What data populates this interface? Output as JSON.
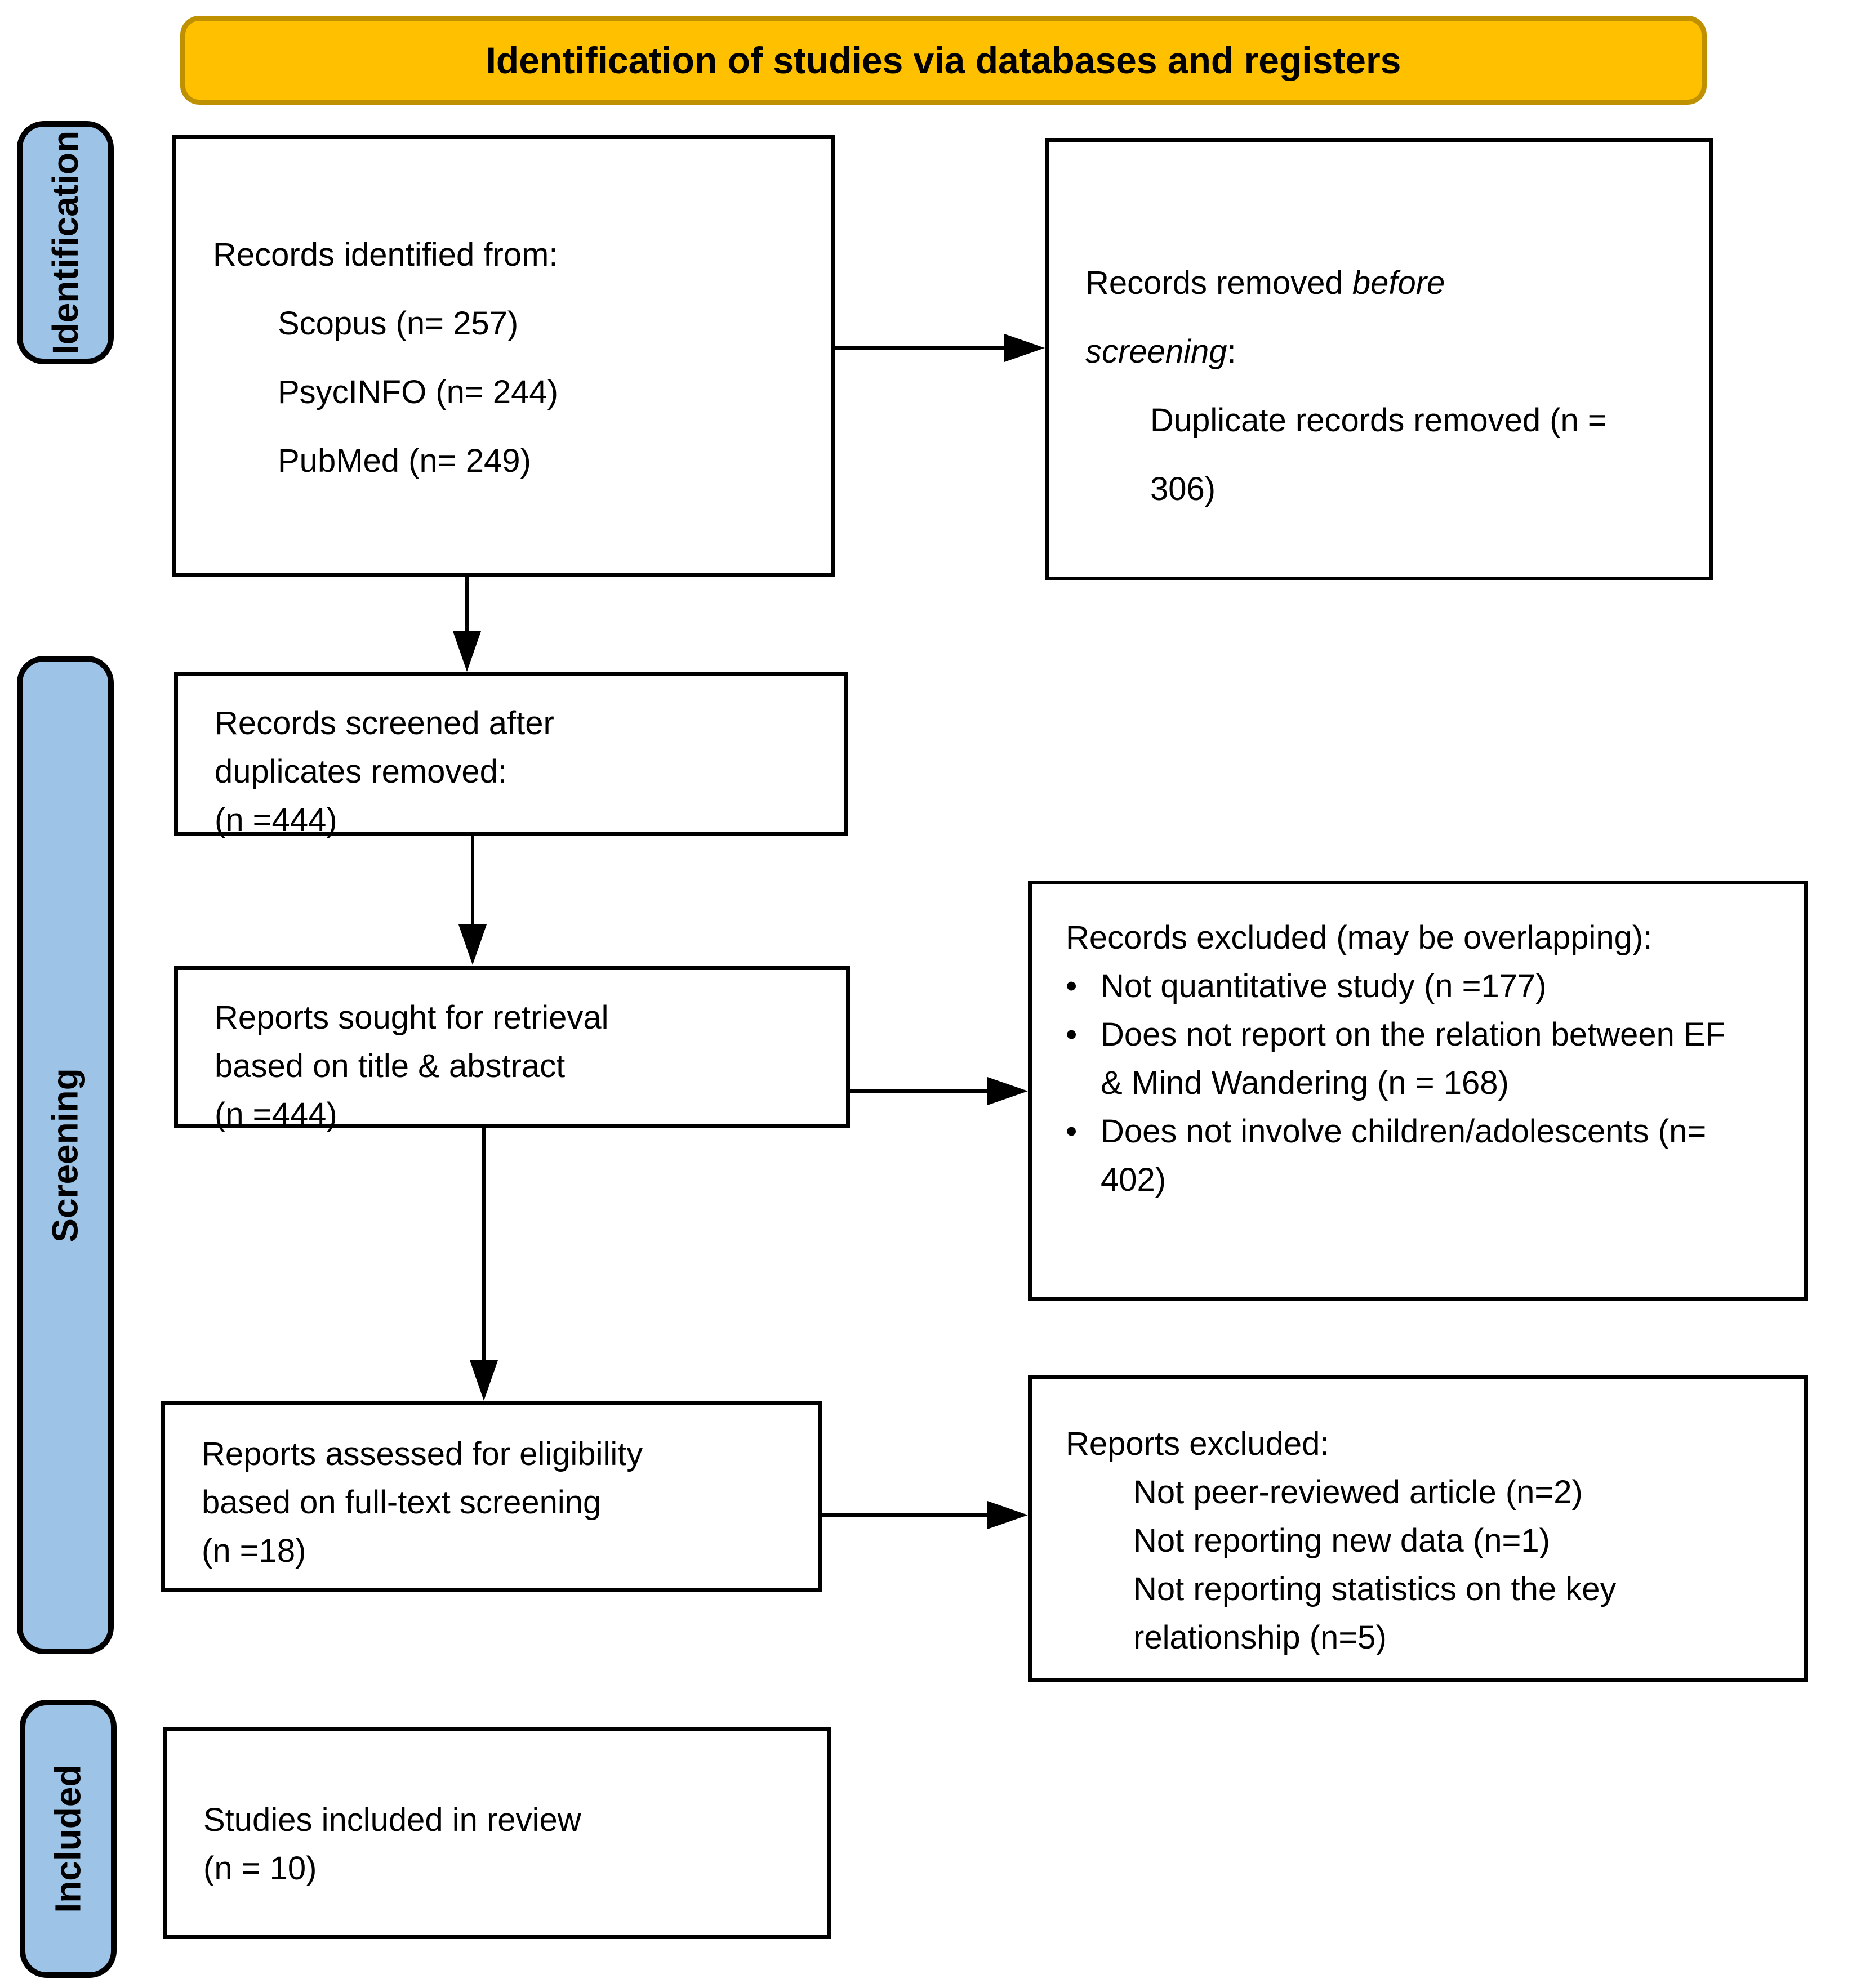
{
  "banner": {
    "title": "Identification of studies via databases and registers"
  },
  "sidebar": {
    "identification_label": "Identification",
    "screening_label": "Screening",
    "included_label": "Included"
  },
  "glyphs": {
    "bullet": "•"
  },
  "colors": {
    "banner_fill": "#FFC000",
    "banner_border": "#BF9000",
    "stage_fill": "#9DC3E6",
    "line_color": "#000000"
  },
  "boxes": {
    "records_identified": {
      "intro": "Records identified from:",
      "sources": [
        "Scopus (n= 257)",
        "PsycINFO (n= 244)",
        "PubMed (n= 249)"
      ]
    },
    "records_removed": {
      "intro_prefix": "Records removed ",
      "intro_italic": "before screening",
      "intro_colon": ":",
      "reason": "Duplicate records removed (n = 306)"
    },
    "records_screened": {
      "lines": [
        "Records screened after",
        "duplicates removed:",
        "(n =444)"
      ]
    },
    "reports_sought": {
      "lines": [
        "Reports sought for retrieval",
        "based on title & abstract",
        "(n =444)"
      ]
    },
    "records_excluded": {
      "header": "Records excluded (may be overlapping):",
      "reasons": [
        "Not quantitative study (n =177)",
        "Does not report on the relation between EF & Mind Wandering (n = 168)",
        "Does not involve children/adolescents (n= 402)"
      ]
    },
    "reports_assessed": {
      "lines": [
        "Reports assessed for eligibility",
        "based on full-text screening",
        "(n =18)"
      ]
    },
    "reports_excluded": {
      "header": "Reports excluded:",
      "reasons": [
        "Not peer-reviewed article (n=2)",
        "Not reporting new data (n=1)",
        "Not reporting statistics on the key relationship (n=5)"
      ]
    },
    "studies_included": {
      "lines": [
        "Studies included in review",
        "(n = 10)"
      ]
    }
  }
}
